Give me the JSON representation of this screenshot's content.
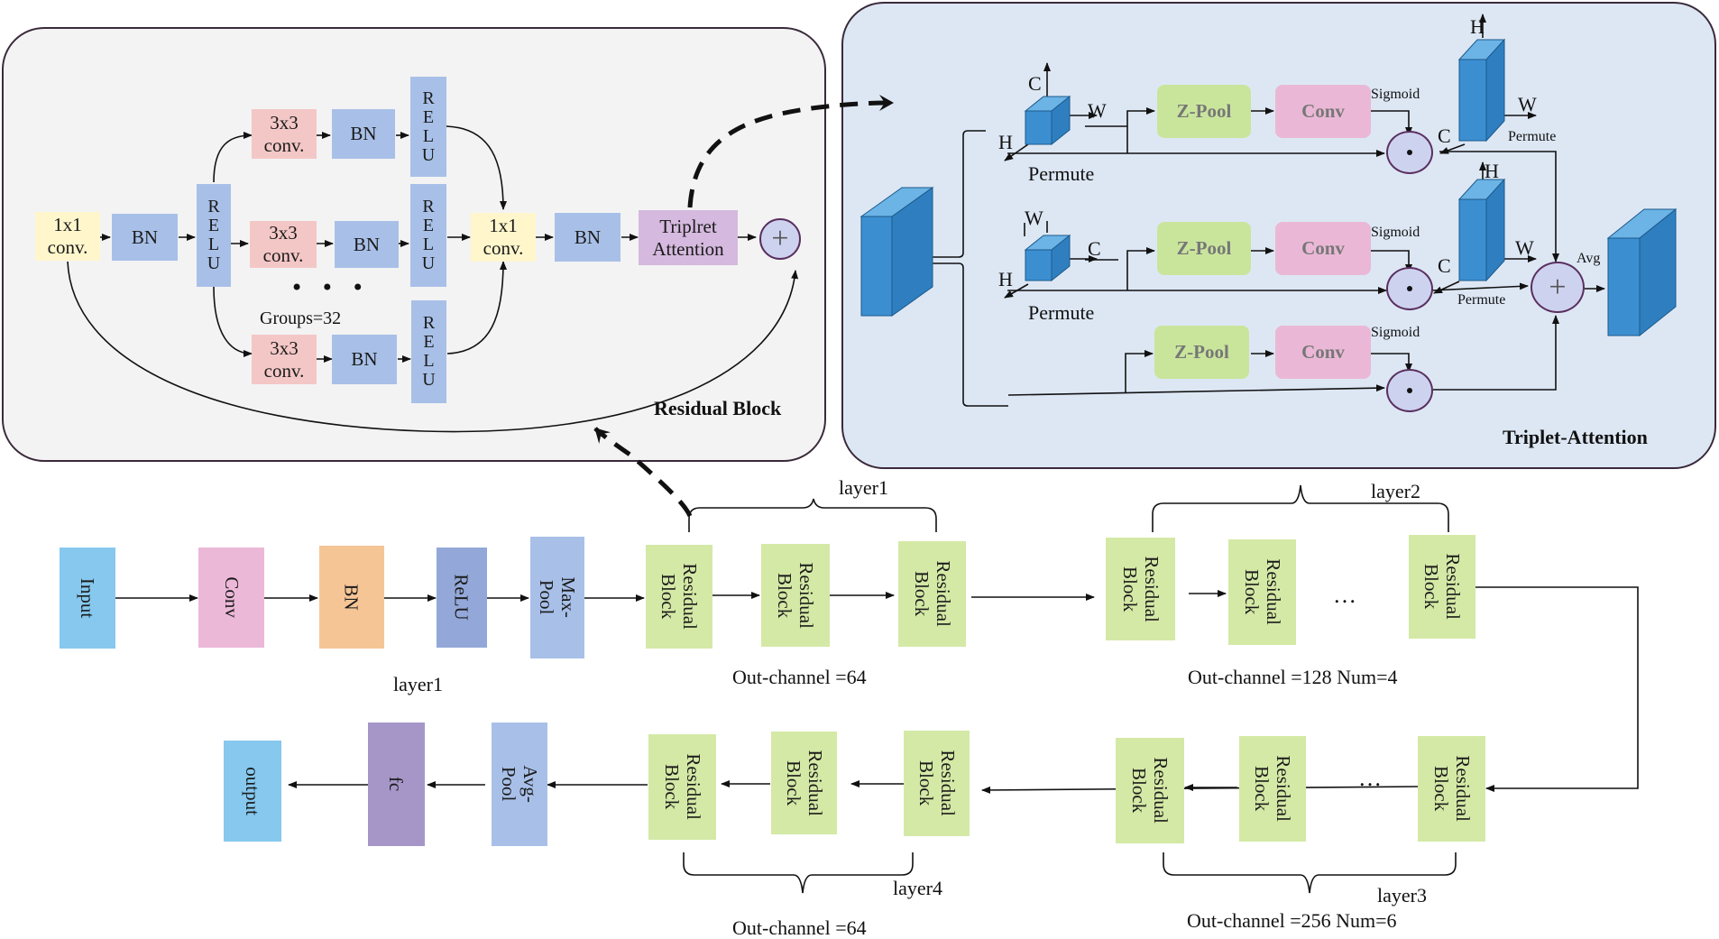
{
  "residual_panel": {
    "title": "Residual Block",
    "conv1x1_in": "1x1\nconv.",
    "bn_in": "BN",
    "relu_in": "R\nE\nL\nU",
    "branch_conv": "3x3\nconv.",
    "branch_bn": "BN",
    "branch_relu": "R\nE\nL\nU",
    "ellipsis": "• • •",
    "groups": "Groups=32",
    "conv1x1_out": "1x1\nconv.",
    "bn_out": "BN",
    "attention": "Triplret\nAttention"
  },
  "triplet_panel": {
    "title": "Triplet-Attention",
    "zpool": "Z-Pool",
    "conv": "Conv",
    "sigmoid": "Sigmoid",
    "permute": "Permute",
    "avg": "Avg",
    "axis_c": "C",
    "axis_w": "W",
    "axis_h": "H"
  },
  "pipeline": {
    "input": "Input",
    "conv": "Conv",
    "bn": "BN",
    "relu": "ReLU",
    "maxpool": "Max-Pool",
    "stem_label": "layer1",
    "residual_block": "Residual\nBlock",
    "layer1": "layer1",
    "layer2": "layer2",
    "layer3": "layer3",
    "layer4": "layer4",
    "out_layer1": "Out-channel =64",
    "out_layer2": "Out-channel =128 Num=4",
    "out_layer3": "Out-channel =256 Num=6",
    "out_layer4": "Out-channel =64",
    "ellipsis": "…",
    "avgpool": "Avg-Pool",
    "fc": "fc",
    "output": "output"
  },
  "colors": {
    "residual_green": "#d4e9a6",
    "bn_blue": "#a8c0e8",
    "zpool_green": "#c9e59c",
    "conv_pink": "#eab8d6",
    "panel_gray": "#f3f3f3",
    "panel_blue": "#dde7f4",
    "cube_blue": "#3b8fd1"
  }
}
